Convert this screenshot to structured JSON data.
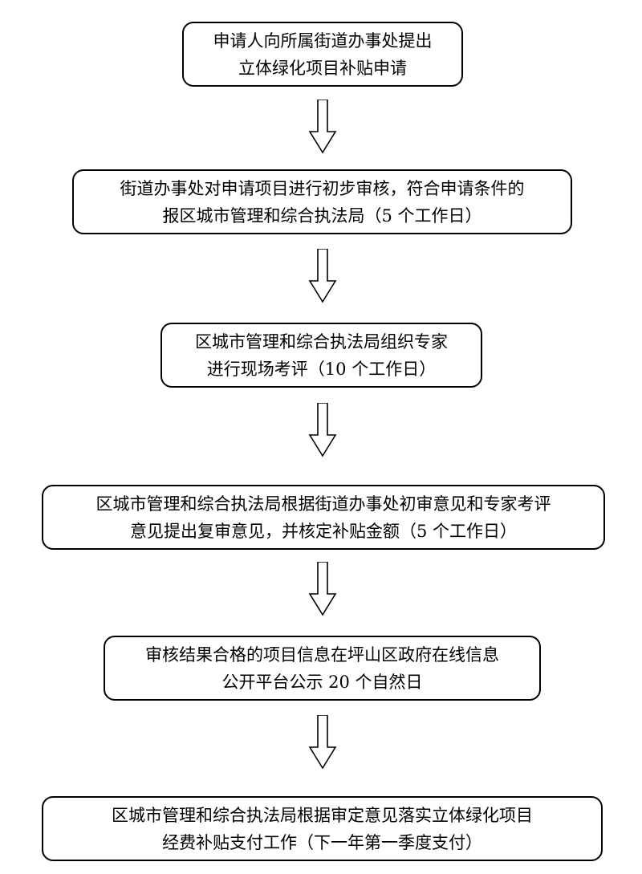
{
  "flowchart": {
    "steps": [
      {
        "lines": [
          "申请人向所属街道办事处提出",
          "立体绿化项目补贴申请"
        ]
      },
      {
        "lines": [
          "街道办事处对申请项目进行初步审核，符合申请条件的",
          "报区城市管理和综合执法局（5 个工作日）"
        ]
      },
      {
        "lines": [
          "区城市管理和综合执法局组织专家",
          "进行现场考评（10 个工作日）"
        ]
      },
      {
        "lines": [
          "区城市管理和综合执法局根据街道办事处初审意见和专家考评",
          "意见提出复审意见，并核定补贴金额（5 个工作日）"
        ]
      },
      {
        "lines": [
          "审核结果合格的项目信息在坪山区政府在线信息",
          "公开平台公示 20 个自然日"
        ]
      },
      {
        "lines": [
          "区城市管理和综合执法局根据审定意见落实立体绿化项目",
          "经费补贴支付工作（下一年第一季度支付）"
        ]
      }
    ],
    "arrow_icon": "hollow-down-arrow-icon"
  }
}
